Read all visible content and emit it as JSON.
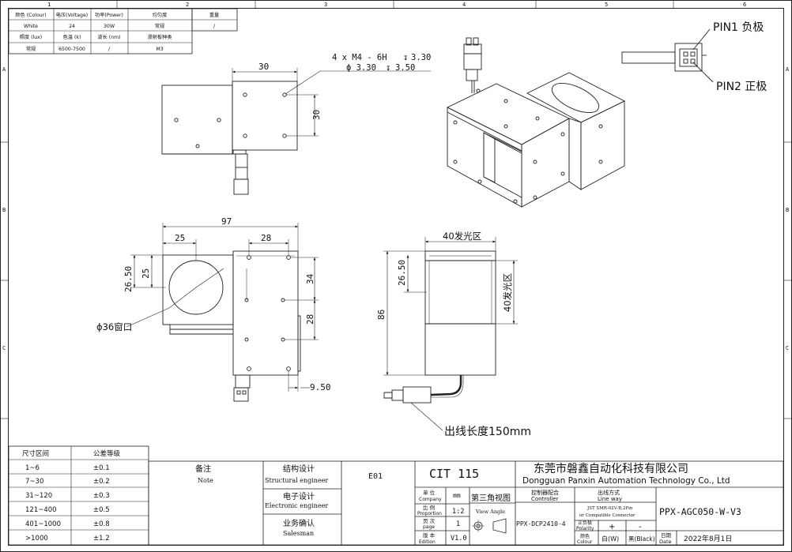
{
  "spec_table": {
    "headers": [
      "颜色 (Colour)",
      "电压(Voltage)",
      "功率(Power)",
      "均匀度",
      "重量"
    ],
    "row1": [
      "White",
      "24",
      "30W",
      "常规",
      "/"
    ],
    "headers2": [
      "照度 (lux)",
      "色温 (k)",
      "波长 (nm)",
      "漫射板种类"
    ],
    "row2": [
      "常规",
      "6500-7500",
      "/",
      "M3"
    ]
  },
  "grid_labels": {
    "columns": [
      "1",
      "2",
      "3",
      "4",
      "5",
      "6"
    ],
    "rows": [
      "A",
      "B",
      "C"
    ]
  },
  "pins": {
    "pin1": "PIN1 负极",
    "pin2": "PIN2 正极"
  },
  "top_view": {
    "hole_callout_1": "4 x  M4 - 6H",
    "hole_callout_1_depth": "3.30",
    "hole_callout_2": "ϕ 3.30",
    "hole_callout_2_depth": "3.50",
    "dim_width": "30",
    "dim_height": "30"
  },
  "front_view": {
    "dim_total": "97",
    "dim_left": "25",
    "dim_right": "28",
    "dim_h1": "26.50",
    "dim_h2": "25",
    "dim_v1": "34",
    "dim_v2": "28",
    "dim_offset": "9.50",
    "window_label": "ϕ36窗口"
  },
  "side_view": {
    "emit_area_top": "40发光区",
    "emit_area_side": "40发光区",
    "dim_height": "86",
    "dim_top": "26.50",
    "cable_length": "出线长度150mm"
  },
  "tolerance_table": {
    "headers": [
      "尺寸区间",
      "公差等级"
    ],
    "rows": [
      [
        "1~6",
        "±0.1"
      ],
      [
        "7~30",
        "±0.2"
      ],
      [
        "31~120",
        "±0.3"
      ],
      [
        "121~400",
        "±0.5"
      ],
      [
        "401~1000",
        "±0.8"
      ],
      [
        ">1000",
        "±1.2"
      ]
    ]
  },
  "title_block": {
    "note_cn": "备注",
    "note_en": "Note",
    "struct_cn": "结构设计",
    "struct_en": "Structural engineer",
    "elec_cn": "电子设计",
    "elec_en": "Electronic engineer",
    "sales_cn": "业务确认",
    "sales_en": "Salesman",
    "revision_code": "E01",
    "company_code": "CIT 115",
    "company_cn": "东莞市磐鑫自动化科技有限公司",
    "company_en": "Dongguan Panxin Automation Technology Co., Ltd",
    "unit_cn": "单 位",
    "unit_en": "Company",
    "unit_value": "mm",
    "third_angle": "第三角视图",
    "view_angle": "View Angle",
    "scale_cn": "比 例",
    "scale_en": "Proportion",
    "scale_value": "1:2",
    "page_cn": "页 次",
    "page_en": "page",
    "page_value": "1",
    "edition_cn": "版 本",
    "edition_en": "Edition",
    "edition_value": "V1.0",
    "controller_cn": "控制器配合",
    "controller_en": "Controller",
    "controller_value": "PPX-DCP2410-4",
    "line_cn": "出线方式",
    "line_en": "Line way",
    "line_value_1": "JST SMR-02V-B,2Pin",
    "line_value_2": "or Compatible Connector",
    "polarity_cn": "正负极",
    "polarity_en": "Polarity",
    "plus": "+",
    "minus": "-",
    "colour_cn": "颜色",
    "colour_en": "Colour",
    "colour_white": "白(W)",
    "colour_black": "黑(Black)",
    "model": "PPX-AGC050-W-V3",
    "date_cn": "日期",
    "date_en": "Date",
    "date_value": "2022年8月1日"
  }
}
